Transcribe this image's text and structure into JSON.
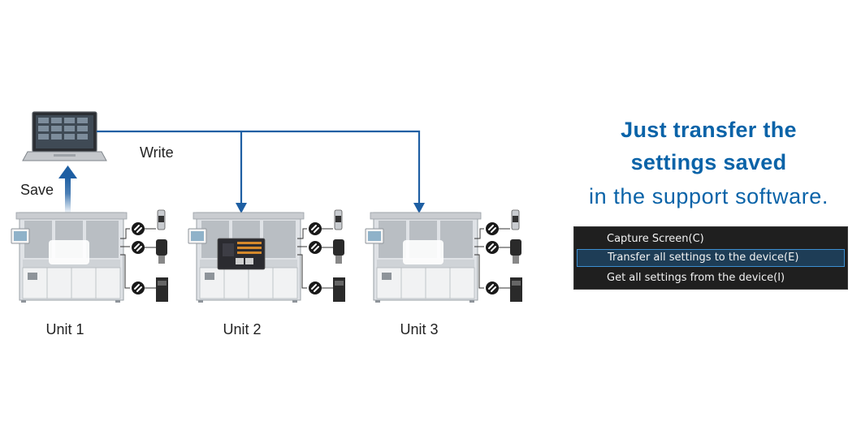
{
  "labels": {
    "save": "Save",
    "write": "Write",
    "units": [
      "Unit 1",
      "Unit 2",
      "Unit 3"
    ]
  },
  "headline": {
    "line1": "Just transfer the",
    "line2": "settings saved",
    "line3": "in the support software."
  },
  "menu": {
    "items": [
      "Capture Screen(C)",
      "Transfer all settings to the device(E)",
      "Get all settings from the device(I)"
    ],
    "highlighted_index": 1
  },
  "colors": {
    "accent": "#0a63a8",
    "line": "#1e5fa3",
    "menu_bg": "#1f1f1f",
    "menu_highlight": "#3d8fd1"
  }
}
